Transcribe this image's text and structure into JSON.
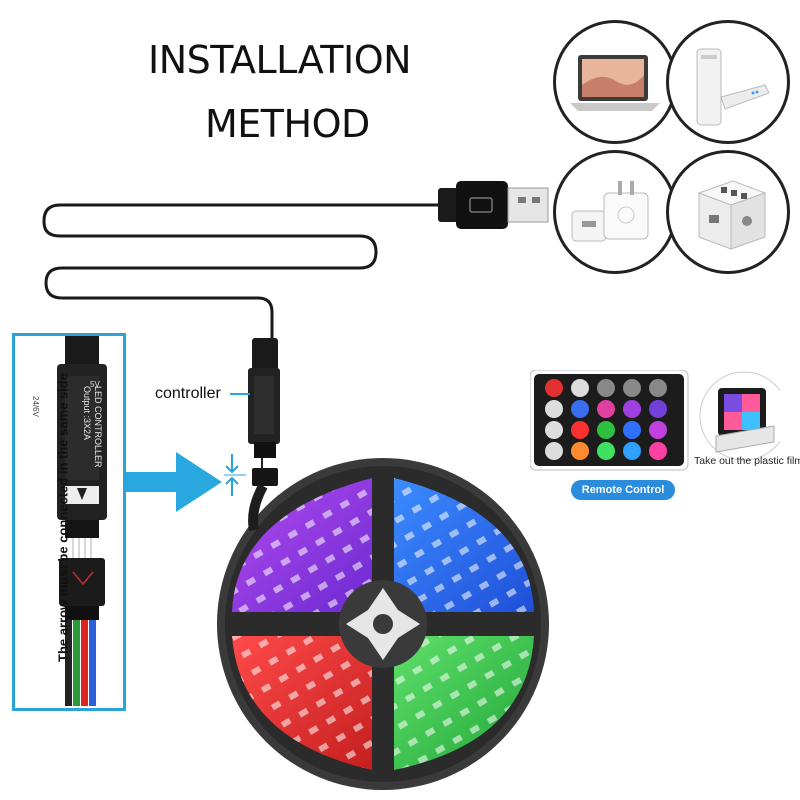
{
  "title": {
    "line1": "INSTALLATION",
    "line2": "METHOD"
  },
  "controller_label": "controller",
  "controller_body": {
    "line1": "LED CONTROLLER",
    "line2": "Output :3X2A",
    "voltage": "5V",
    "spec": "24/6V"
  },
  "detail_note": "The arrow must be connected in the same side",
  "remote": {
    "plastic_note": "Take out the plastic film",
    "button_label": "Remote Control"
  },
  "power_sources": [
    {
      "name": "laptop"
    },
    {
      "name": "power-bank"
    },
    {
      "name": "wall-adapter"
    },
    {
      "name": "power-strip-cube"
    }
  ],
  "colors": {
    "accent": "#2aa3d9",
    "button": "#2a8cdc",
    "purple": "#8a3de0",
    "blue": "#2f6bf0",
    "red": "#e83030",
    "green": "#35c34a"
  }
}
